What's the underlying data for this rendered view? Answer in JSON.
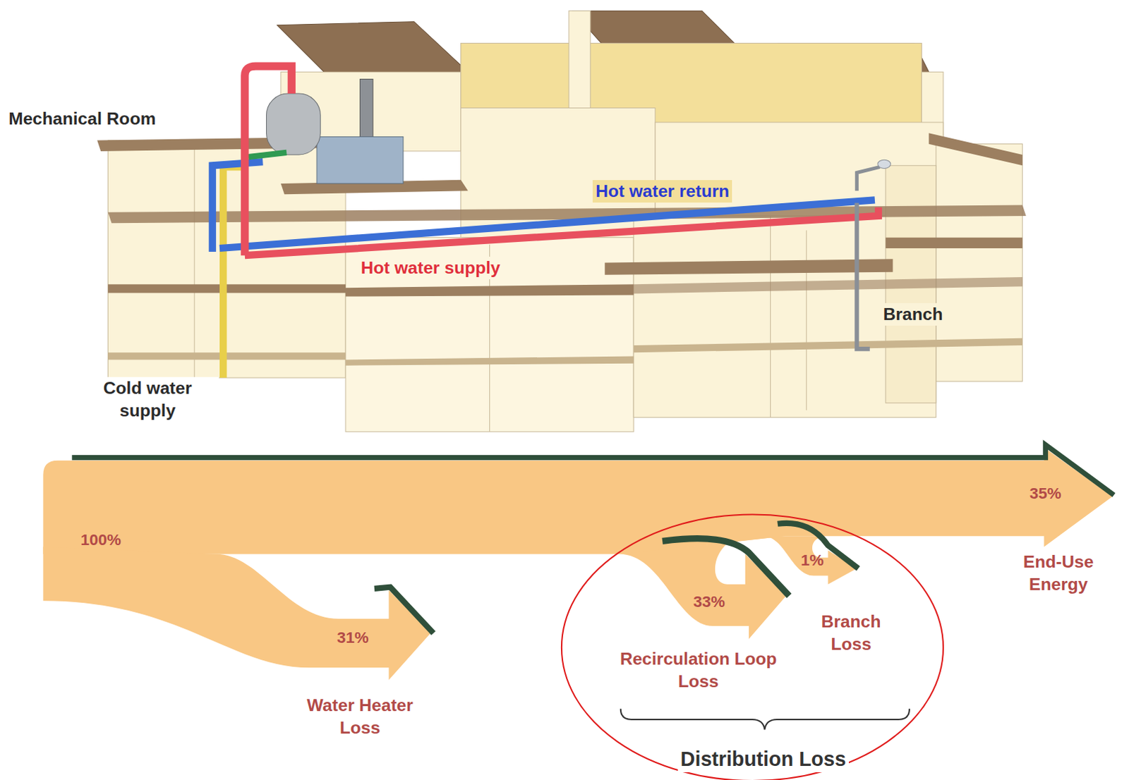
{
  "diagram": {
    "labels": [
      "Mechanical Room",
      "Hot water return",
      "Hot water supply",
      "Branch",
      "Cold water supply",
      "35%",
      "100%",
      "1%",
      "End-Use Energy",
      "33%",
      "31%",
      "Branch Loss",
      "Recirculation Loop Loss",
      "Water Heater Loss",
      "Distribution Loss"
    ]
  }
}
